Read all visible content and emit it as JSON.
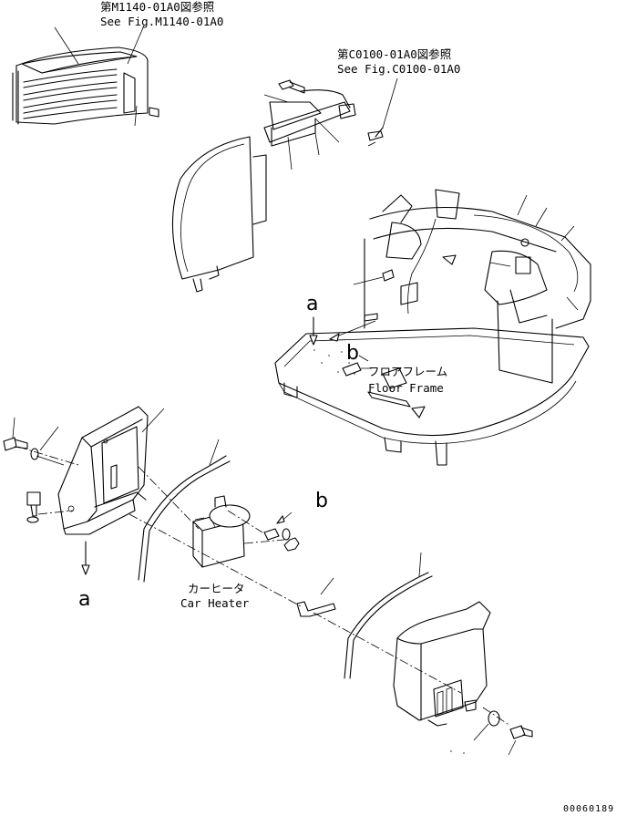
{
  "refs": {
    "fig_m1140_jp": "第M1140-01A0図参照",
    "fig_m1140_en": "See Fig.M1140-01A0",
    "fig_c0100_jp": "第C0100-01A0図参照",
    "fig_c0100_en": "See Fig.C0100-01A0"
  },
  "labels": {
    "floor_frame_jp": "フロアフレーム",
    "floor_frame_en": "Floor Frame",
    "car_heater_jp": "カーヒータ",
    "car_heater_en": "Car Heater"
  },
  "markers": {
    "a_upper": "a",
    "b_upper": "b",
    "b_right": "b",
    "a_lower": "a"
  },
  "drawing_id": "00060189"
}
